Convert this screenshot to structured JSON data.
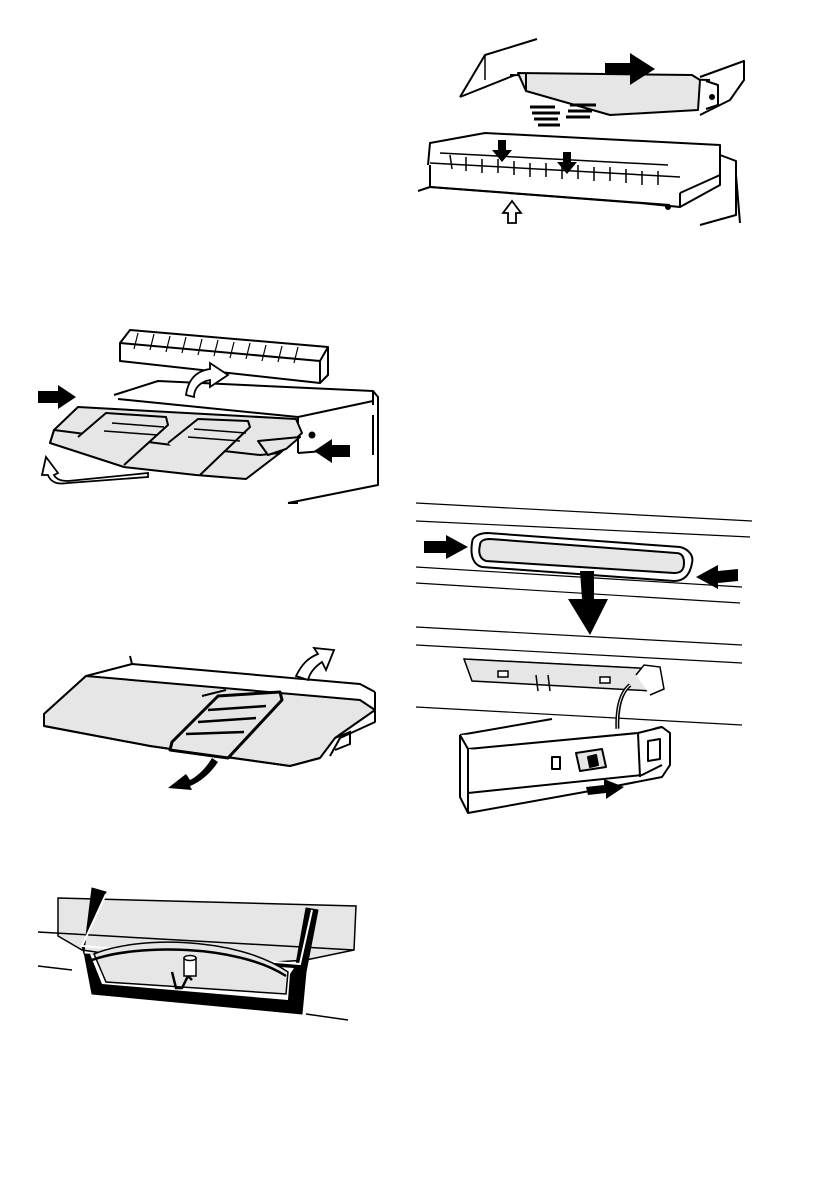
{
  "page": {
    "kind": "instruction-illustrations",
    "text": []
  },
  "colors": {
    "ink": "#000000",
    "paper": "#ffffff",
    "filter_fill": "#e6e6e6"
  },
  "figures": [
    {
      "id": "fig-1",
      "icons": [
        "grease-filter-icon",
        "slide-right-arrow-icon",
        "push-down-arrow-icon",
        "push-up-outline-arrow-icon"
      ]
    },
    {
      "id": "fig-2",
      "icons": [
        "rear-cover-icon",
        "lift-outline-arrow-icon",
        "press-arrow-icon",
        "pull-down-outline-arrow-icon"
      ]
    },
    {
      "id": "fig-3",
      "icons": [
        "filter-lift-outline-arrow-icon",
        "pull-forward-arrow-icon"
      ]
    },
    {
      "id": "fig-4",
      "icons": [
        "lamp-cover-icon",
        "press-arrow-icon",
        "pull-down-arrow-icon",
        "connector-push-arrow-icon"
      ]
    },
    {
      "id": "fig-5",
      "icons": [
        "filter-frame-icon"
      ]
    }
  ]
}
